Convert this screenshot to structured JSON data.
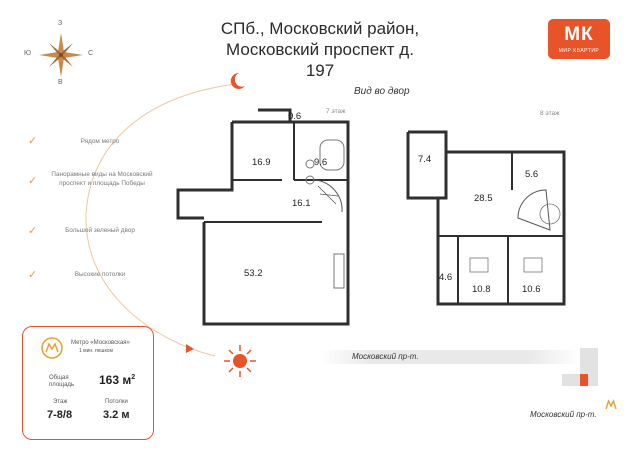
{
  "header": {
    "title_line1": "СПб., Московский район,",
    "title_line2": "Московский проспект д. 197"
  },
  "logo": {
    "mark": "МК",
    "caption": "МИР КВАРТИР",
    "color": "#e8542a"
  },
  "compass": {
    "north": "З",
    "east": "С",
    "south": "В",
    "west": "Ю"
  },
  "features": [
    {
      "label": "Рядом метро",
      "icon": "check-icon"
    },
    {
      "label": "Панорамные виды на Московский проспект и площадь Победы",
      "icon": "check-icon"
    },
    {
      "label": "Большой зеленый двор",
      "icon": "check-icon"
    },
    {
      "label": "Высокие потолки",
      "icon": "check-icon"
    }
  ],
  "plan": {
    "view_label": "Вид во двор",
    "street_label": "Московский пр-т.",
    "floor7": {
      "label": "7 этаж",
      "rooms": [
        "0.6",
        "16.9",
        "9.6",
        "16.1",
        "53.2"
      ]
    },
    "floor8": {
      "label": "8 этаж",
      "rooms": [
        "7.4",
        "5.6",
        "28.5",
        "4.6",
        "10.8",
        "10.6"
      ]
    }
  },
  "info_card": {
    "metro_name": "Метро «Московская»",
    "metro_distance": "1 мин. пешком",
    "area_label_1": "Общая",
    "area_label_2": "площадь",
    "area_value": "163 м",
    "area_unit_sup": "2",
    "floor_label": "Этаж",
    "floor_value": "7-8/8",
    "ceiling_label": "Потолки",
    "ceiling_value": "3.2 м"
  },
  "minimap": {
    "street_label": "Московский пр-т."
  },
  "colors": {
    "accent": "#e8542a",
    "gold": "#d9a15a",
    "wall": "#2f2f2f"
  }
}
